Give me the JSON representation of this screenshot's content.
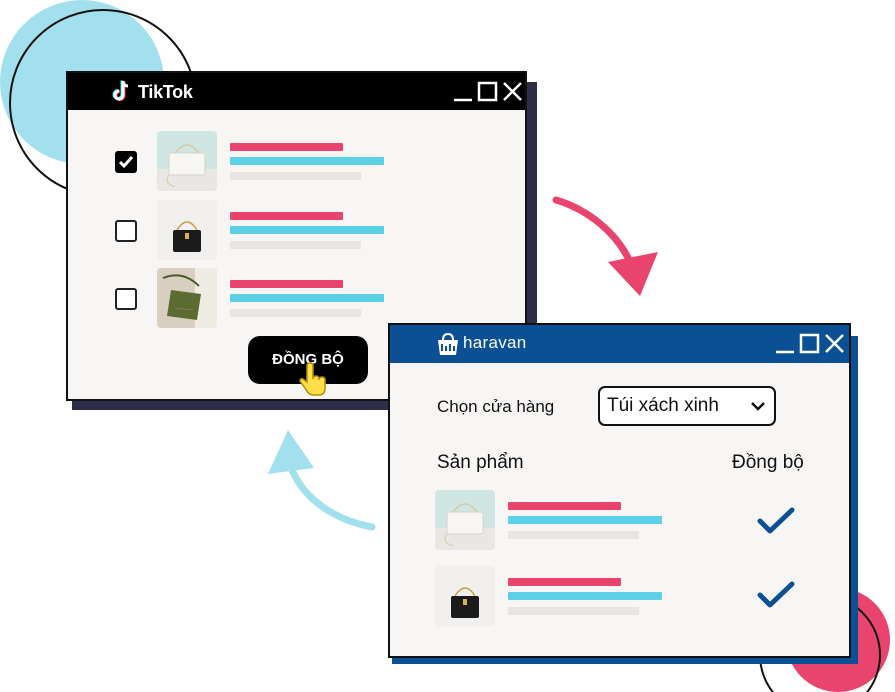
{
  "tiktok_window": {
    "app_name": "TikTok",
    "products": [
      {
        "checked": true,
        "image": "white-handbag"
      },
      {
        "checked": false,
        "image": "black-handbag"
      },
      {
        "checked": false,
        "image": "green-handbag"
      }
    ],
    "sync_button_label": "ĐỒNG BỘ"
  },
  "haravan_window": {
    "app_name": "haravan",
    "store_label": "Chọn cửa hàng",
    "store_select_value": "Túi xách xinh",
    "column_product": "Sản phẩm",
    "column_sync": "Đồng bộ",
    "products": [
      {
        "image": "white-handbag",
        "synced": true
      },
      {
        "image": "black-handbag",
        "synced": true
      }
    ]
  },
  "colors": {
    "tiktok_bar": "#000000",
    "haravan_bar": "#0b4f95",
    "accent_pink": "#e8446e",
    "accent_cyan": "#5bd0e6",
    "check_blue": "#0b4f95",
    "circle_light_blue": "#a3e0ee"
  },
  "icons": {
    "tiktok_logo": "tiktok-note-icon",
    "haravan_logo": "haravan-bag-icon",
    "cursor": "hand-pointer-icon",
    "sync_arrow": "curved-arrow-icon"
  }
}
